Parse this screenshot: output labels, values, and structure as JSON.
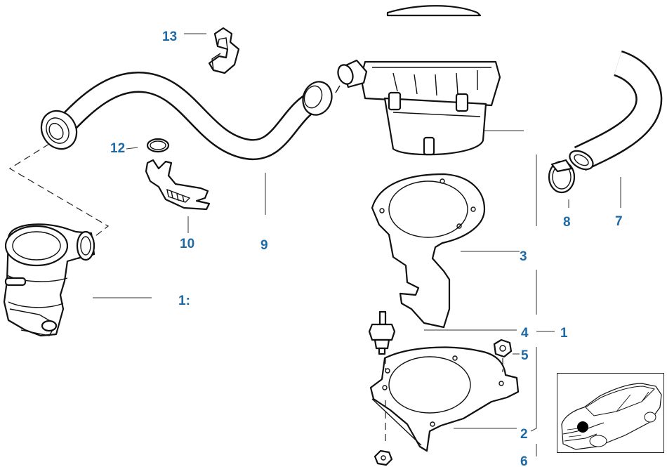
{
  "diagram": {
    "callouts": [
      {
        "id": "c13",
        "label": "13"
      },
      {
        "id": "c12",
        "label": "12"
      },
      {
        "id": "c10",
        "label": "10"
      },
      {
        "id": "c9",
        "label": "9"
      },
      {
        "id": "c11",
        "label": "1:"
      },
      {
        "id": "c8",
        "label": "8"
      },
      {
        "id": "c7",
        "label": "7"
      },
      {
        "id": "c3",
        "label": "3"
      },
      {
        "id": "c4",
        "label": "4"
      },
      {
        "id": "c1",
        "label": "1"
      },
      {
        "id": "c5",
        "label": "5"
      },
      {
        "id": "c2",
        "label": "2"
      },
      {
        "id": "c6",
        "label": "6"
      }
    ],
    "callout_color": "#1f6aa5",
    "line_color": "#111111",
    "inset": {
      "highlight_color": "#000000"
    }
  }
}
